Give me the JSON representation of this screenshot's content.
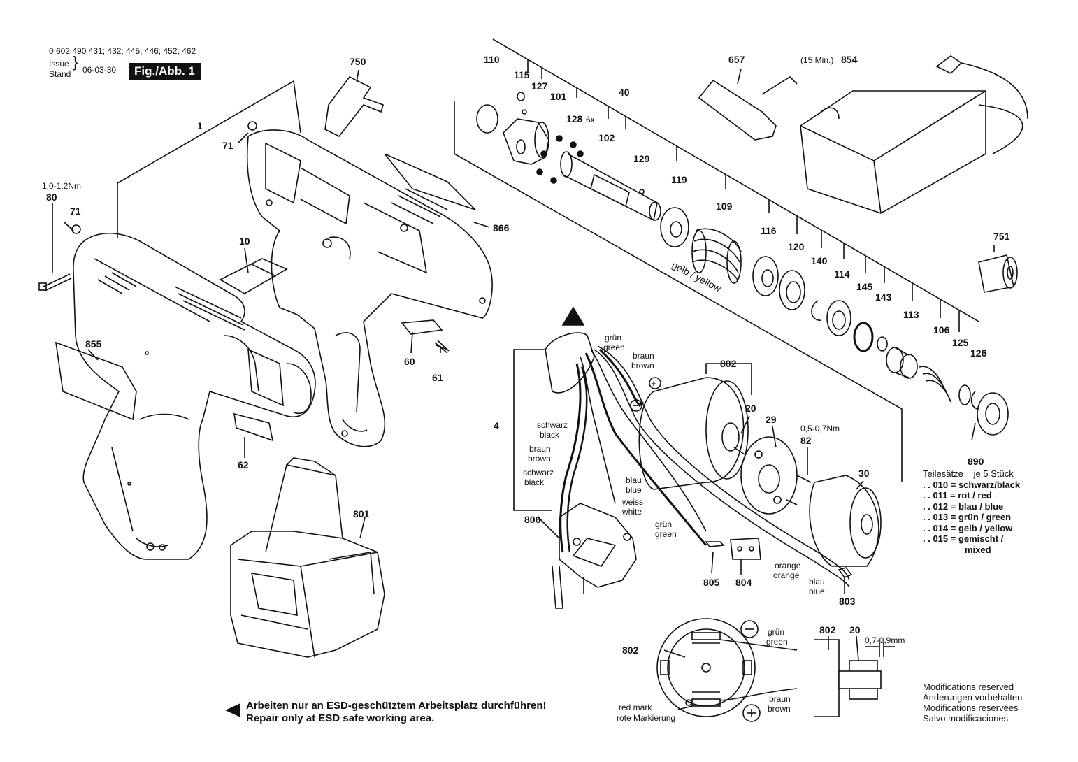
{
  "header": {
    "model_numbers": "0 602 490 431; 432; 445; 446; 452; 462",
    "issue_label": "Issue",
    "stand_label": "Stand",
    "date": "06-03-30",
    "figure_label": "Fig./Abb. 1"
  },
  "esd_notice": {
    "line_de": "Arbeiten nur an ESD-geschütztem Arbeitsplatz durchführen!",
    "line_en": "Repair only at ESD safe working area."
  },
  "modifications": [
    "Modifications reserved",
    "Änderungen vorbehalten",
    "Modifications reservées",
    "Salvo modificaciones"
  ],
  "part_sets": {
    "title": "Teilesätze = je 5 Stück",
    "items": [
      ". . 010 = schwarz/black",
      ". . 011 = rot / red",
      ". . 012 = blau / blue",
      ". . 013 = grün / green",
      ". . 014 = gelb / yellow",
      ". . 015 = gemischt /",
      "mixed"
    ]
  },
  "part_labels": {
    "p1": "1",
    "p71a": "71",
    "p71b": "71",
    "p80": "80",
    "torque80": "1,0-1,2Nm",
    "p750": "750",
    "p10": "10",
    "p866": "866",
    "p855": "855",
    "p60": "60",
    "p61": "61",
    "p62": "62",
    "p801": "801",
    "p110": "110",
    "p115": "115",
    "p127": "127",
    "p101": "101",
    "p128": "128",
    "six_x": "6x",
    "p102": "102",
    "p40": "40",
    "p129": "129",
    "p119": "119",
    "p109": "109",
    "p116": "116",
    "p120": "120",
    "p140": "140",
    "p114": "114",
    "p145": "145",
    "p143": "143",
    "p113": "113",
    "p106": "106",
    "p125": "125",
    "p126": "126",
    "p890": "890",
    "p657": "657",
    "p854_prefix": "(15 Min.)",
    "p854": "854",
    "p751": "751",
    "p802": "802",
    "p20": "20",
    "p29": "29",
    "p82": "82",
    "torque82": "0,5-0,7Nm",
    "p30": "30",
    "p4": "4",
    "p806": "806",
    "p805": "805",
    "p804": "804",
    "p803": "803",
    "p802b": "802",
    "p802c": "802",
    "p20b": "20",
    "gap": "0,7-0,9mm"
  },
  "wire_labels": {
    "gelb_yellow": "gelb / yellow",
    "gruen_top": "grün",
    "green_top": "green",
    "braun_top": "braun",
    "brown_top": "brown",
    "schwarz1": "schwarz",
    "black1": "black",
    "braun_left": "braun",
    "brown_left": "brown",
    "schwarz2": "schwarz",
    "black2": "black",
    "blau1": "blau",
    "blue1": "blue",
    "weiss": "weiss",
    "white": "white",
    "gruen_mid": "grün",
    "green_mid": "green",
    "orange_de": "orange",
    "orange_en": "orange",
    "blau2": "blau",
    "blue2": "blue",
    "plus": "+",
    "minus": "−",
    "motor_gruen": "grün",
    "motor_green": "green",
    "motor_braun": "braun",
    "motor_brown": "brown",
    "red_mark": "red mark",
    "rote_markierung": "rote Markierung"
  },
  "colors": {
    "ink": "#111111",
    "paper": "#ffffff",
    "shade": "#9a9a9a"
  }
}
